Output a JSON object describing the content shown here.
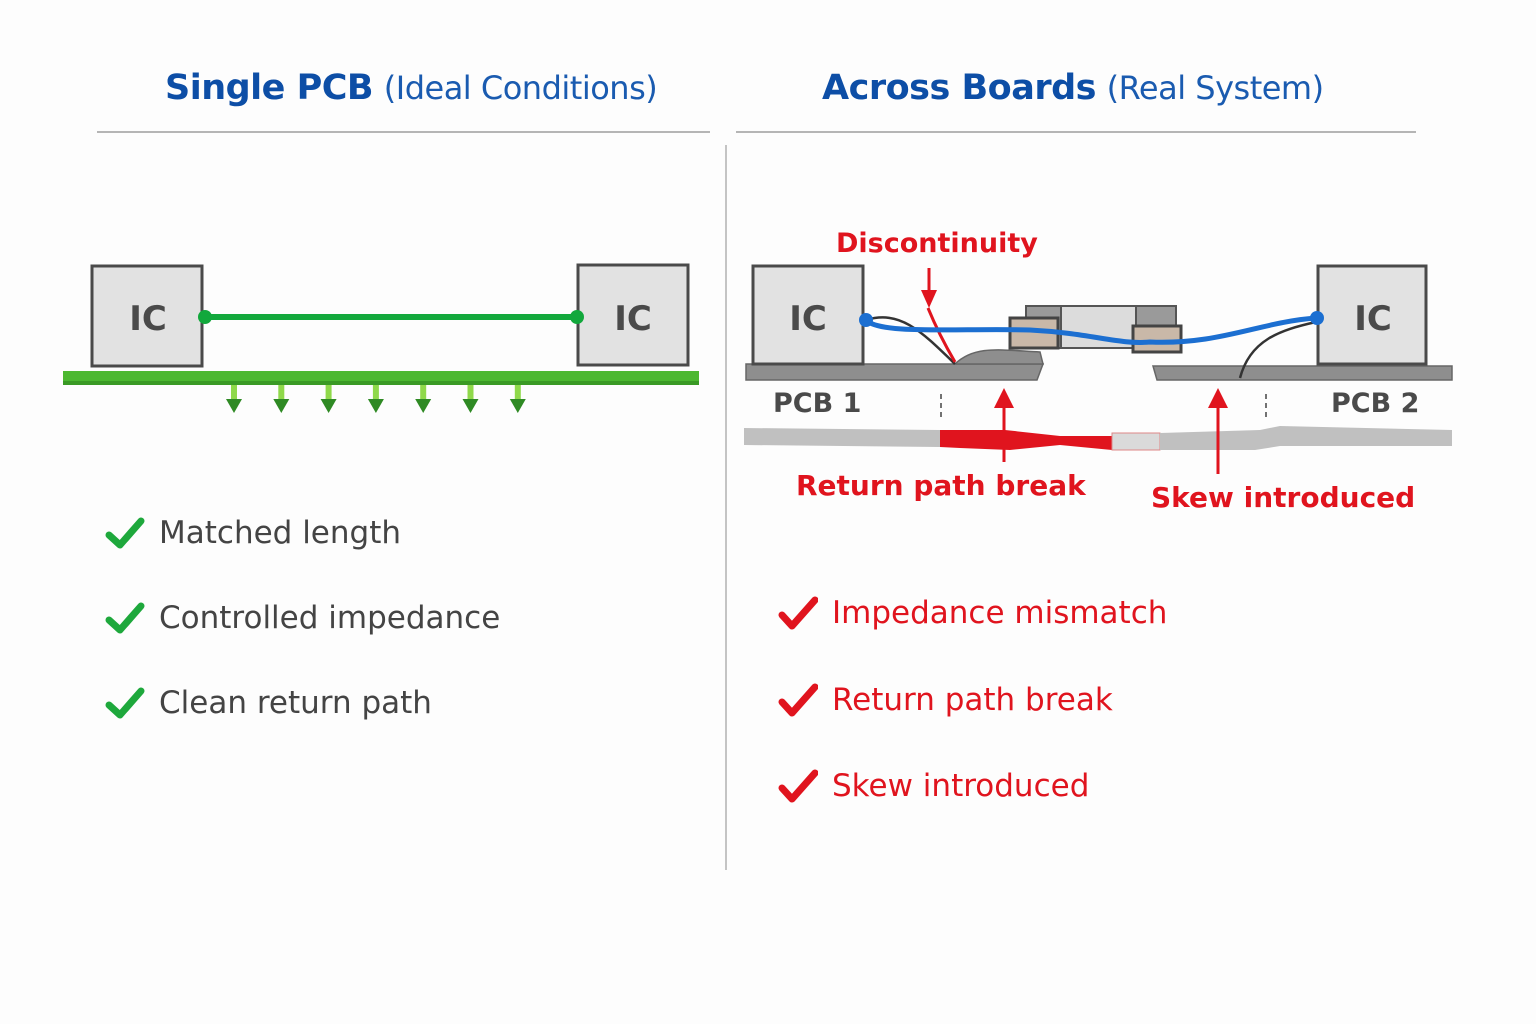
{
  "left_panel": {
    "title_bold": "Single PCB",
    "title_sub": "(Ideal Conditions)",
    "ic_left": "IC",
    "ic_right": "IC",
    "trace_color": "#12a83c",
    "ground_plane_color": "#4cb830",
    "return_arrow_count": 7,
    "checklist": [
      {
        "text": "Matched length",
        "icon": "green-checkmark-icon"
      },
      {
        "text": "Controlled impedance",
        "icon": "green-checkmark-icon"
      },
      {
        "text": "Clean return path",
        "icon": "green-checkmark-icon"
      }
    ]
  },
  "right_panel": {
    "title_bold": "Across Boards",
    "title_sub": "(Real System)",
    "ic_left": "IC",
    "ic_right": "IC",
    "pcb1_label": "PCB 1",
    "pcb2_label": "PCB 2",
    "callouts": {
      "discontinuity": "Discontinuity",
      "return_path_break": "Return path break",
      "skew_introduced": "Skew introduced"
    },
    "signal_color": "#1c6fd1",
    "warning_color": "#e0141e",
    "checklist": [
      {
        "text": "Impedance mismatch",
        "icon": "red-checkmark-icon"
      },
      {
        "text": "Return path break",
        "icon": "red-checkmark-icon"
      },
      {
        "text": "Skew introduced",
        "icon": "red-checkmark-icon"
      }
    ]
  }
}
